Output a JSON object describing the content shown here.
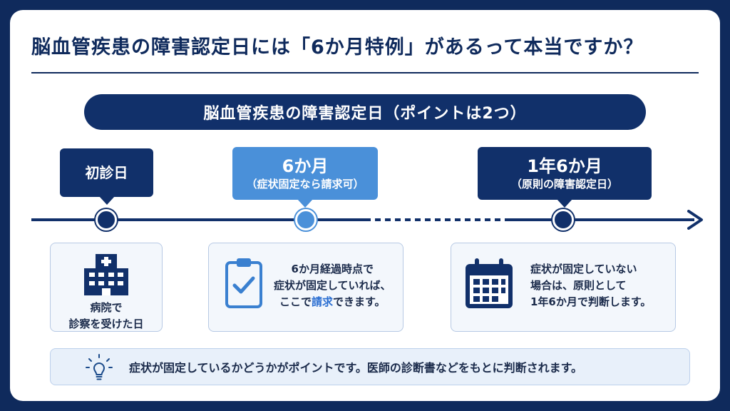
{
  "title": "脳血管疾患の障害認定日には「6か月特例」があるって本当ですか？",
  "banner": "脳血管疾患の障害認定日（ポイントは2つ）",
  "colors": {
    "navy": "#11306a",
    "accent": "#4a90d9",
    "background": "#0f2a5c"
  },
  "milestones": [
    {
      "title": "初診日",
      "subtitle": ""
    },
    {
      "title": "6か月",
      "subtitle": "（症状固定なら請求可）"
    },
    {
      "title": "1年6か月",
      "subtitle": "（原則の障害認定日）"
    }
  ],
  "boxes": [
    {
      "icon": "hospital-icon",
      "lines": [
        "病院で",
        "診察を受けた日"
      ]
    },
    {
      "icon": "clipboard-check-icon",
      "lines": [
        "6か月経過時点で",
        "症状が固定していれば、"
      ],
      "line3_pre": "ここで",
      "line3_highlight": "請求",
      "line3_post": "できます。"
    },
    {
      "icon": "calendar-icon",
      "lines": [
        "症状が固定していない",
        "場合は、原則として",
        "1年6か月で判断します。"
      ]
    }
  ],
  "tip": {
    "icon": "lightbulb-icon",
    "text": "症状が固定しているかどうかがポイントです。医師の診断書などをもとに判断されます。"
  }
}
